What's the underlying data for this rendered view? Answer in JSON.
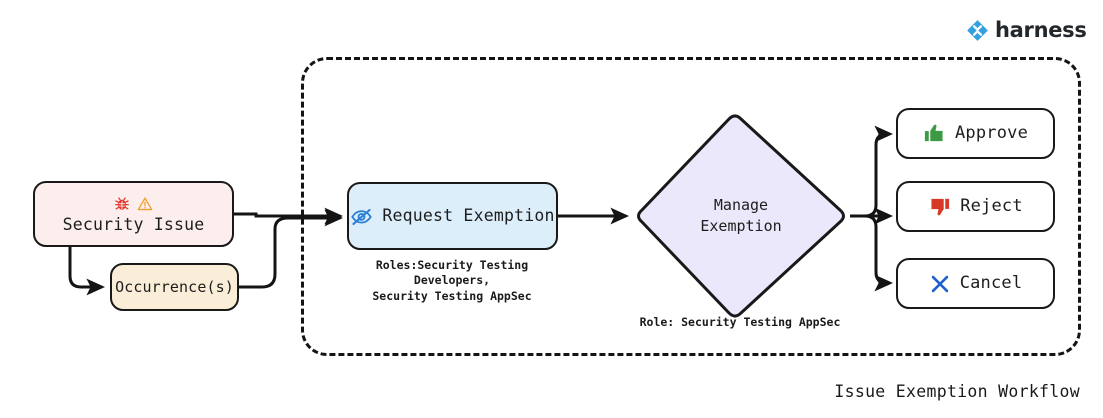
{
  "brand": {
    "name": "harness",
    "logo_icon": "harness-diamond-logo",
    "color": "#33a1e0"
  },
  "workflow": {
    "title": "Issue Exemption Workflow",
    "container_name": "exemption-workflow-boundary"
  },
  "nodes": {
    "security_issue": {
      "label": "Security Issue",
      "icons": [
        "bug-icon",
        "warning-triangle-icon"
      ],
      "fill": "#fdeeee",
      "bug_color": "#e03a2f",
      "warning_color": "#f0a030"
    },
    "occurrences": {
      "label": "Occurrence(s)",
      "fill": "#fbeed8"
    },
    "request_exemption": {
      "label": "Request Exemption",
      "icon": "eye-slash-icon",
      "icon_color": "#2b7fd4",
      "fill": "#ddeefb"
    },
    "manage_exemption": {
      "label_line1": "Manage",
      "label_line2": "Exemption",
      "fill": "#ece8fb"
    },
    "approve": {
      "label": "Approve",
      "icon": "thumbs-up-icon",
      "icon_color": "#3c9a44",
      "fill": "#ffffff"
    },
    "reject": {
      "label": "Reject",
      "icon": "thumbs-down-icon",
      "icon_color": "#d73a24",
      "fill": "#ffffff"
    },
    "cancel": {
      "label": "Cancel",
      "icon": "cross-x-icon",
      "icon_color": "#1f5fcc",
      "fill": "#ffffff"
    }
  },
  "annotations": {
    "request_exemption_roles_line1": "Roles:Security Testing Developers,",
    "request_exemption_roles_line2": "Security Testing AppSec",
    "manage_exemption_role": "Role: Security Testing AppSec"
  }
}
